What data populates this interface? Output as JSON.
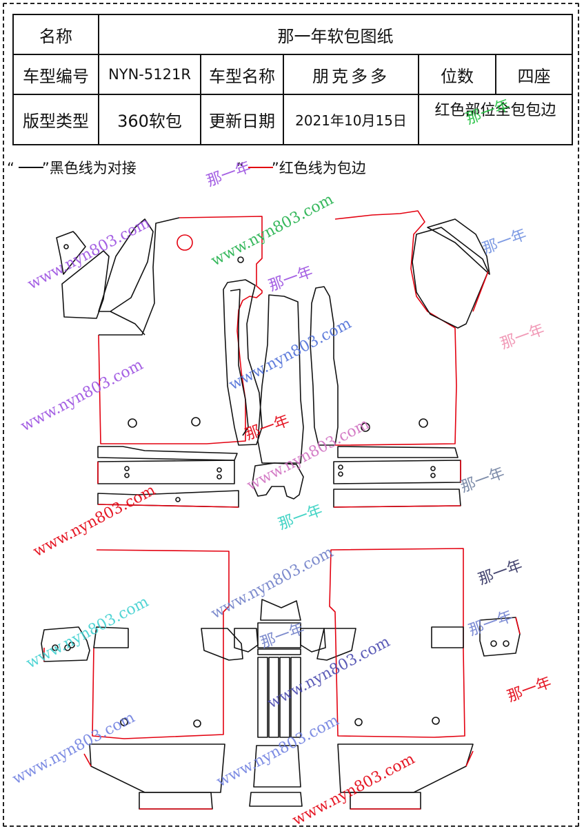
{
  "header": {
    "name_label": "名称",
    "name_value": "那一年软包图纸",
    "model_code_label": "车型编号",
    "model_code_value": "NYN-5121R",
    "model_name_label": "车型名称",
    "model_name_value": "朋克多多",
    "seats_label": "位数",
    "seats_value": "四座",
    "type_label": "版型类型",
    "type_value": "360软包",
    "update_label": "更新日期",
    "update_value": "2021年10月15日",
    "note": "红色部位全包包边"
  },
  "legend": {
    "black_open_quote": "“",
    "black_text": "”黑色线为对接",
    "red_open_quote": "“",
    "red_text": "”红色线为包边"
  },
  "watermarks": {
    "url": "www.nyn803.com",
    "brand": "那一年"
  },
  "colors": {
    "cut_line": "#111111",
    "hem_line": "#e3000f",
    "frame": "#222222"
  }
}
